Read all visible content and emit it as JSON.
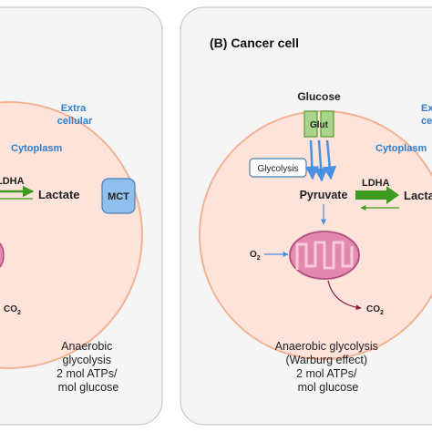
{
  "left_panel": {
    "extracellular_line1": "Extra",
    "extracellular_line2": "cellular",
    "cytoplasm": "Cytoplasm",
    "enzyme": "LDHA",
    "product": "Lactate",
    "transporter": "MCT",
    "co2_base": "CO",
    "co2_sub": "2",
    "caption_lines": [
      "Anaerobic",
      "glycolysis",
      "2 mol ATPs/",
      "mol glucose"
    ]
  },
  "right_panel": {
    "title": "(B) Cancer cell",
    "substrate": "Glucose",
    "transporter": "Glut",
    "extracellular_line1": "Extr",
    "extracellular_line2": "cel",
    "cytoplasm": "Cytoplasm",
    "pathway": "Glycolysis",
    "intermediate": "Pyruvate",
    "enzyme": "LDHA",
    "product": "Lacta",
    "o2_base": "O",
    "o2_sub": "2",
    "co2_base": "CO",
    "co2_sub": "2",
    "caption_lines": [
      "Anaerobic glycolysis",
      "(Warburg effect)",
      "2 mol ATPs/",
      "mol glucose"
    ]
  },
  "colors": {
    "panel_fill": "#f5f5f5",
    "panel_border": "#c8c8c8",
    "cell_fill": "#fde3da",
    "cell_border": "#f2b291",
    "accent_blue": "#2f7fd1",
    "arrow_green": "#3c9a1e",
    "arrow_blue": "#4a90e2",
    "mito_fill": "#e389ad",
    "mito_border": "#b04f7c",
    "transporter_fill": "#a9d48b",
    "mct_fill": "#8fbfec",
    "co2_arrow": "#8b1f3a"
  }
}
